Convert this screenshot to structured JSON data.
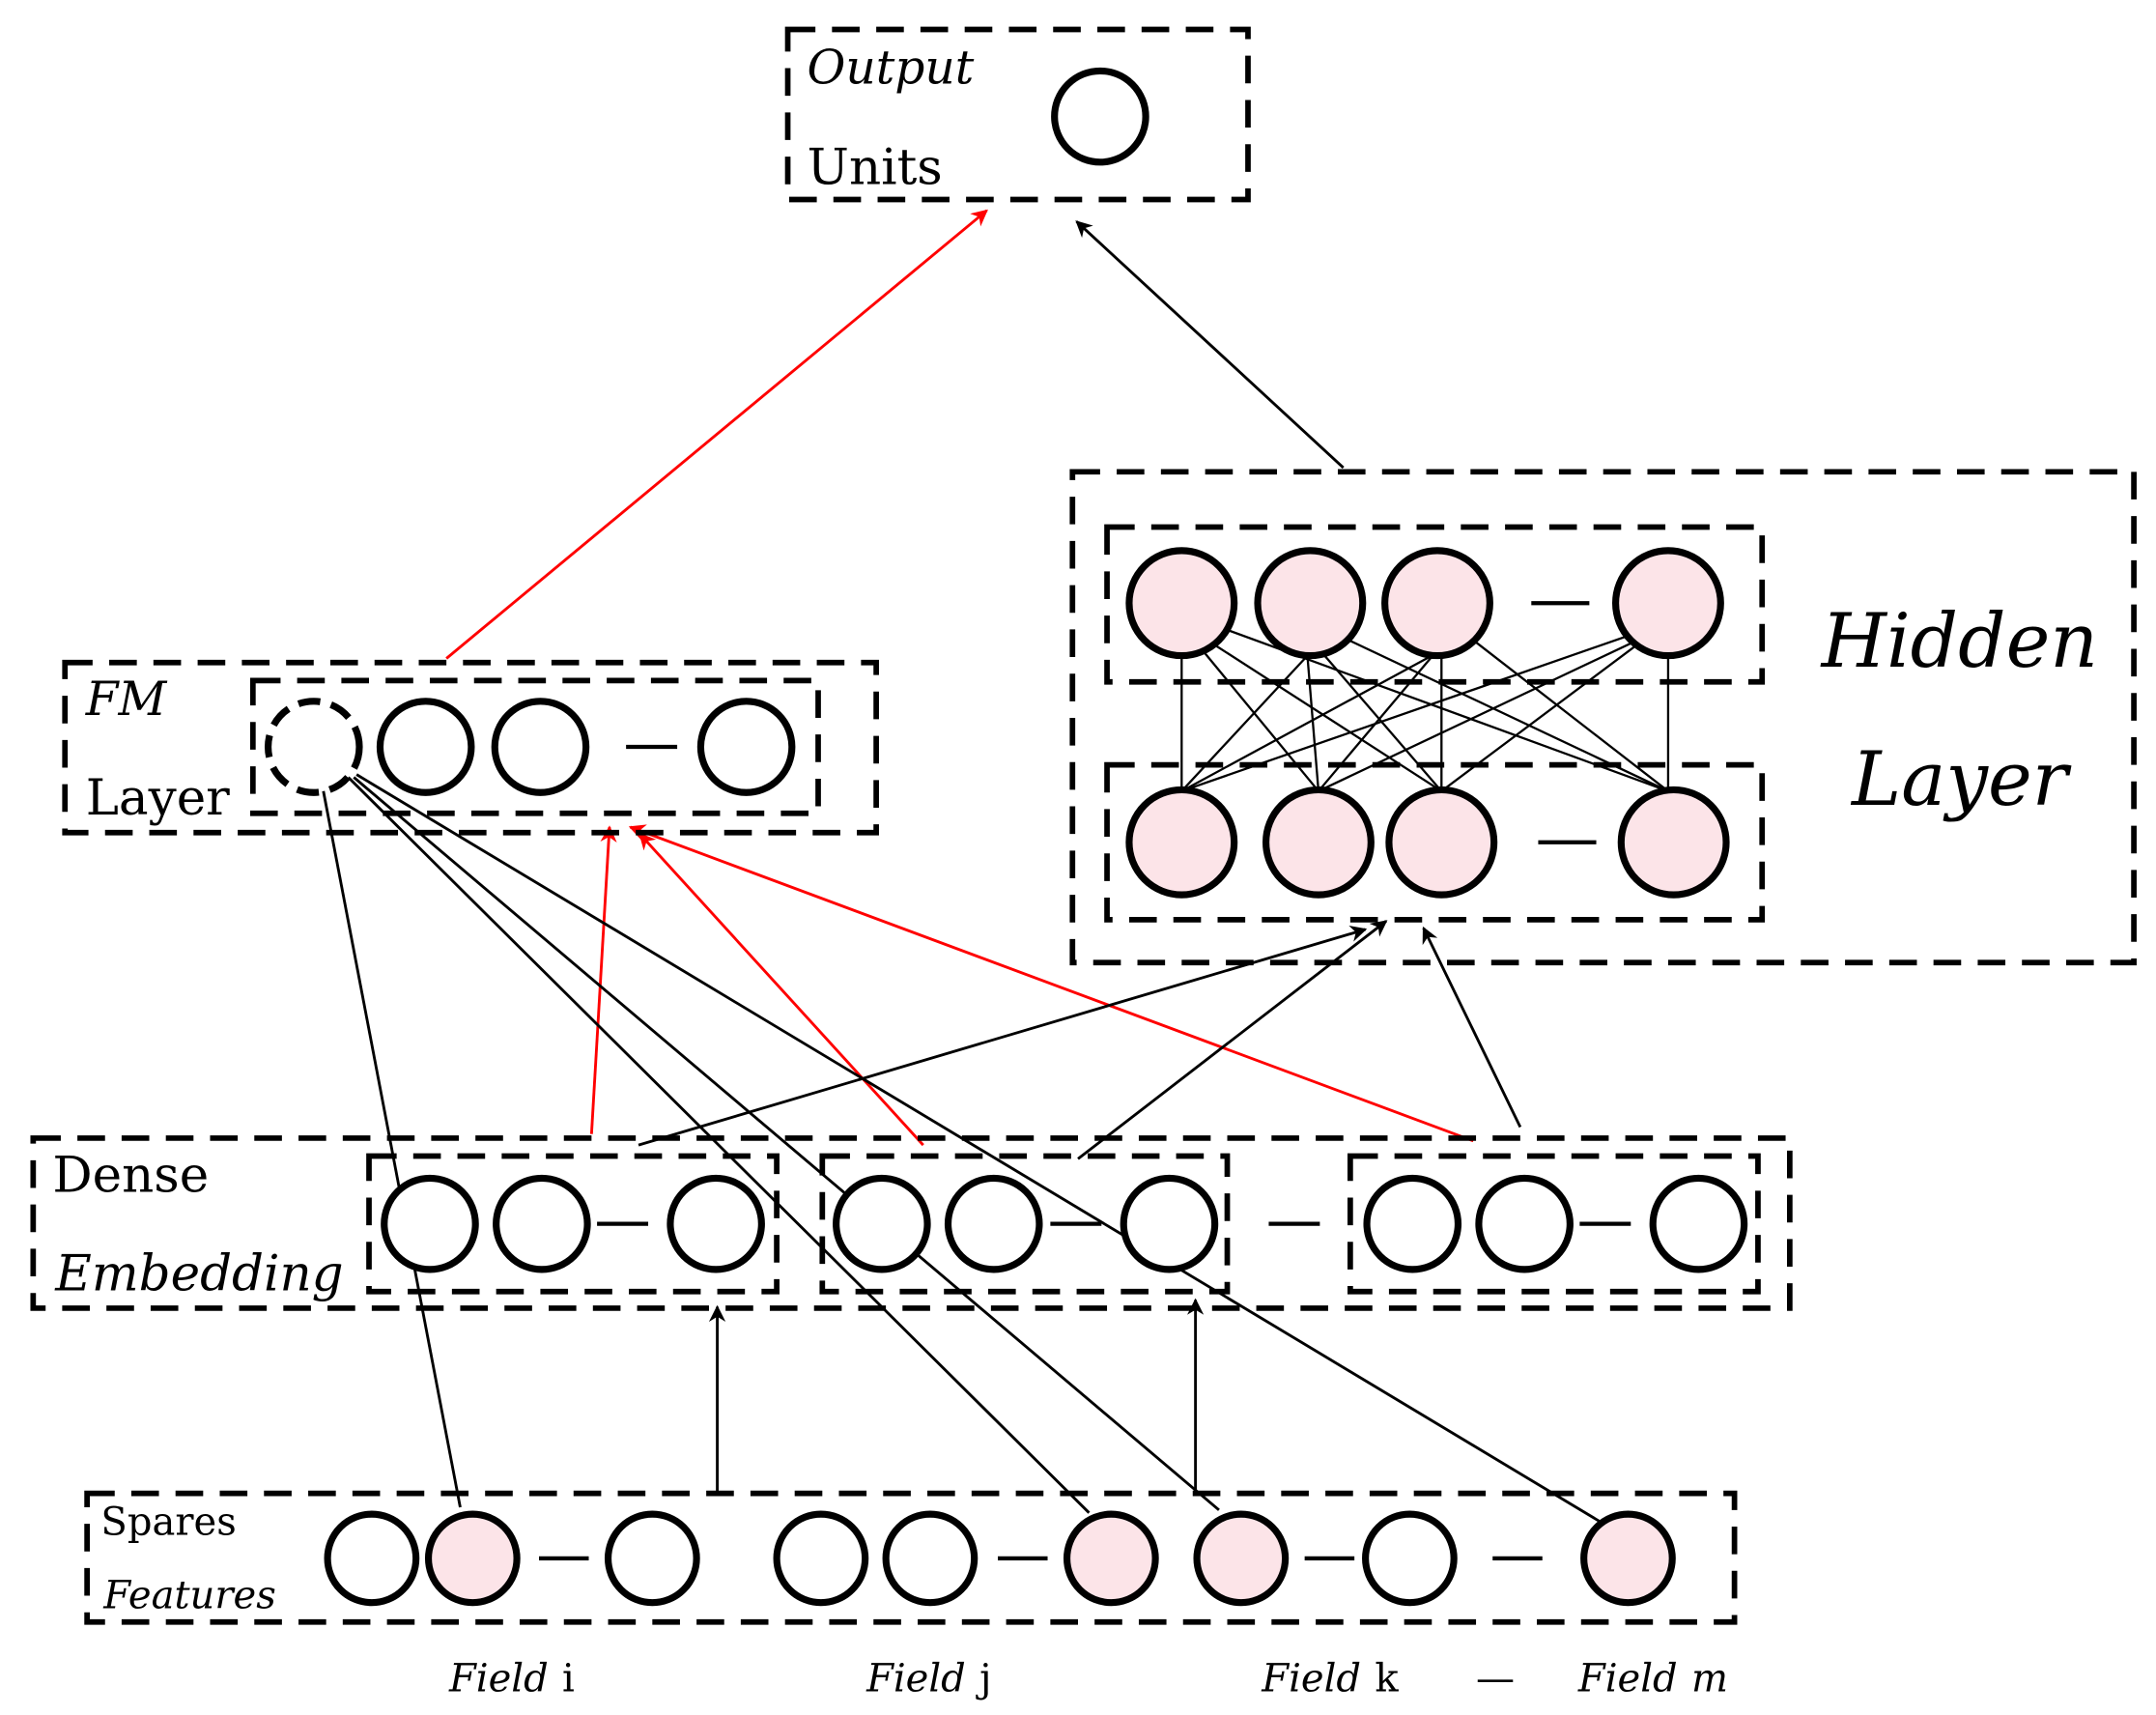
{
  "output": {
    "title_line1": "Output",
    "title_line2": "Units"
  },
  "fm": {
    "title_line1": "FM",
    "title_line2": "Layer"
  },
  "hidden": {
    "title_line1": "Hidden",
    "title_line2": "Layer"
  },
  "dense": {
    "title_line1": "Dense",
    "title_line2": "Embedding"
  },
  "sparse": {
    "title_line1": "Spares",
    "title_line2": "Features"
  },
  "fields": [
    {
      "word": "Field",
      "letter": "i"
    },
    {
      "word": "Field",
      "letter": "j"
    },
    {
      "word": "Field",
      "letter": "k"
    },
    {
      "word": "—",
      "letter": ""
    },
    {
      "word": "Field",
      "letter": "m"
    }
  ],
  "colors": {
    "active_node": "#fce4e8",
    "node": "#ffffff",
    "red_edge": "#ff0000",
    "black_edge": "#000000"
  }
}
